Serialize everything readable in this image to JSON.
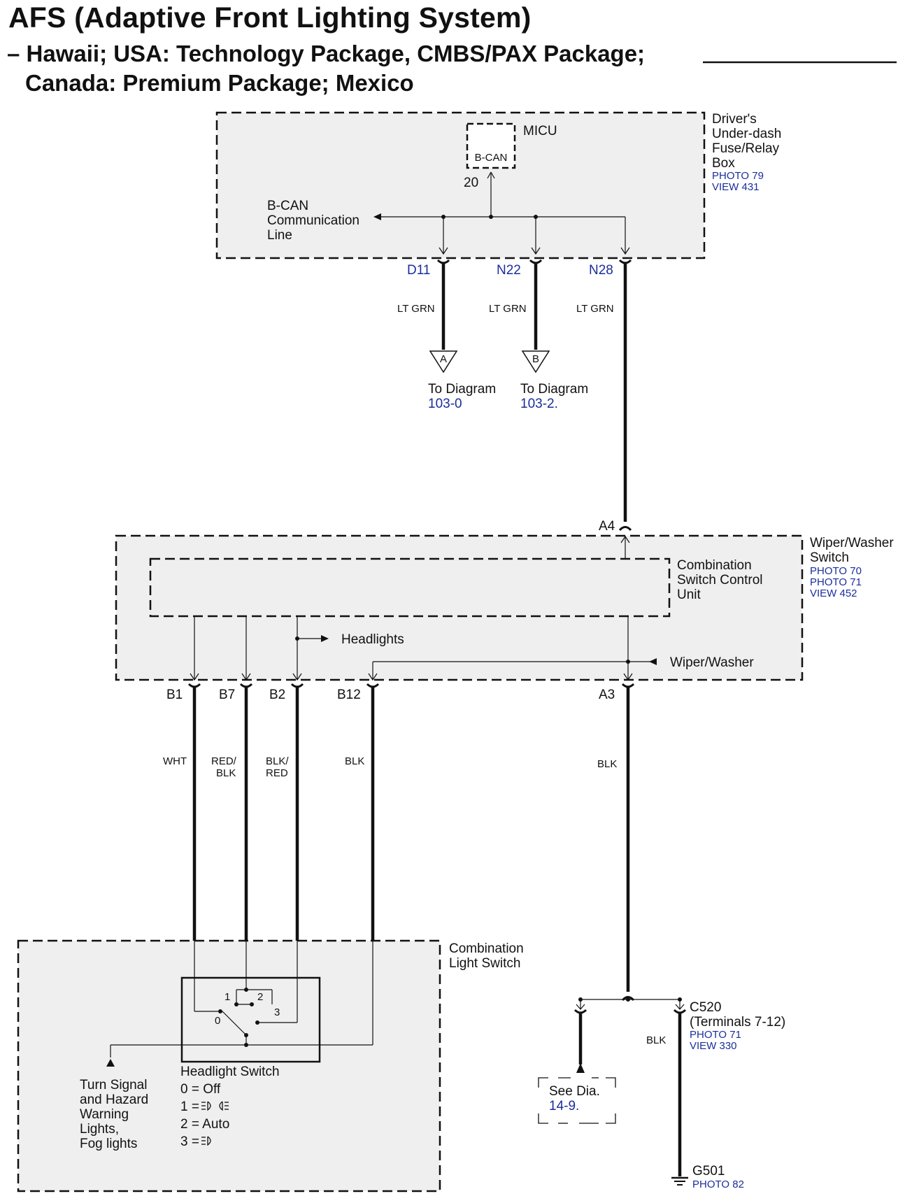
{
  "header": {
    "title": "AFS (Adaptive Front Lighting System)",
    "subtitle_line1": "– Hawaii; USA: Technology Package, CMBS/PAX Package;",
    "subtitle_line2": "Canada: Premium Package; Mexico"
  },
  "fuse_box": {
    "name_lines": [
      "Driver's",
      "Under-dash",
      "Fuse/Relay",
      "Box"
    ],
    "refs": [
      "PHOTO 79",
      "VIEW 431"
    ],
    "micu_label": "MICU",
    "micu_inner": "B-CAN",
    "micu_pin": "20",
    "bcan_lines": [
      "B-CAN",
      "Communication",
      "Line"
    ],
    "pins": [
      "D11",
      "N22",
      "N28"
    ],
    "wire_colors": [
      "LT GRN",
      "LT GRN",
      "LT GRN"
    ],
    "connectors": [
      {
        "letter": "A",
        "to": "To Diagram",
        "ref": "103-0"
      },
      {
        "letter": "B",
        "to": "To Diagram",
        "ref": "103-2."
      }
    ]
  },
  "wiper_switch": {
    "name_lines": [
      "Wiper/Washer",
      "Switch"
    ],
    "refs": [
      "PHOTO 70",
      "PHOTO 71",
      "VIEW 452"
    ],
    "unit_lines": [
      "Combination",
      "Switch Control",
      "Unit"
    ],
    "top_pin": "A4",
    "headlights": "Headlights",
    "wiper_washer": "Wiper/Washer",
    "bottom_pins": [
      "B1",
      "B7",
      "B2",
      "B12",
      "A3"
    ],
    "wire_colors": [
      "WHT",
      "RED/\nBLK",
      "BLK/\nRED",
      "BLK",
      "BLK"
    ]
  },
  "light_switch": {
    "name_lines": [
      "Combination",
      "Light Switch"
    ],
    "positions": [
      "1",
      "2",
      "0",
      "3"
    ],
    "turn_signal_lines": [
      "Turn Signal",
      "and Hazard",
      "Warning",
      "Lights,",
      "Fog lights"
    ],
    "headlight_switch": "Headlight Switch",
    "legend": [
      "0 = Off",
      "1 = ",
      "2 = Auto",
      "3 = "
    ]
  },
  "ground": {
    "connector_lines": [
      "C520",
      "(Terminals 7-12)"
    ],
    "connector_refs": [
      "PHOTO 71",
      "VIEW 330"
    ],
    "wire_color": "BLK",
    "see_line1": "See Dia.",
    "see_line2": "14-9.",
    "ground_label": "G501",
    "ground_ref": "PHOTO 82"
  },
  "colors": {
    "box_fill": "#efefef",
    "ref_blue": "#1a2e9c",
    "line": "#111111"
  }
}
